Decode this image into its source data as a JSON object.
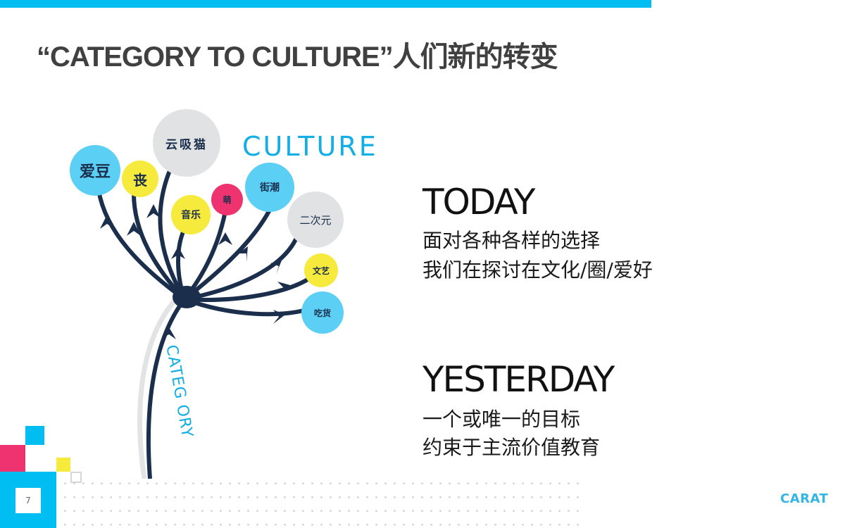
{
  "slide": {
    "title": "“CATEGORY TO CULTURE”人们新的转变",
    "page_number": "7",
    "logo": "CARAT"
  },
  "colors": {
    "top_bar": "#00bdf2",
    "navy": "#1b2f4d",
    "light_blue": "#5ccff5",
    "yellow": "#f6ea3c",
    "gray": "#e0e2e3",
    "pink": "#ee3370",
    "accent_text": "#12aee6"
  },
  "diagram": {
    "culture_label": "CULTURE",
    "category_label": "CATEG ORY",
    "bubbles": [
      {
        "label": "爱豆",
        "color": "light_blue"
      },
      {
        "label": "丧",
        "color": "yellow"
      },
      {
        "label": "云吸猫",
        "color": "gray"
      },
      {
        "label": "音乐",
        "color": "yellow"
      },
      {
        "label": "萌",
        "color": "pink"
      },
      {
        "label": "街潮",
        "color": "light_blue"
      },
      {
        "label": "二次元",
        "color": "gray"
      },
      {
        "label": "文艺",
        "color": "yellow"
      },
      {
        "label": "吃货",
        "color": "light_blue"
      }
    ]
  },
  "today": {
    "heading": "TODAY",
    "lines": [
      "面对各种各样的选择",
      "我们在探讨在文化/圈/爱好"
    ]
  },
  "yesterday": {
    "heading": "YESTERDAY",
    "lines": [
      "一个或唯一的目标",
      "约束于主流价值教育"
    ]
  }
}
